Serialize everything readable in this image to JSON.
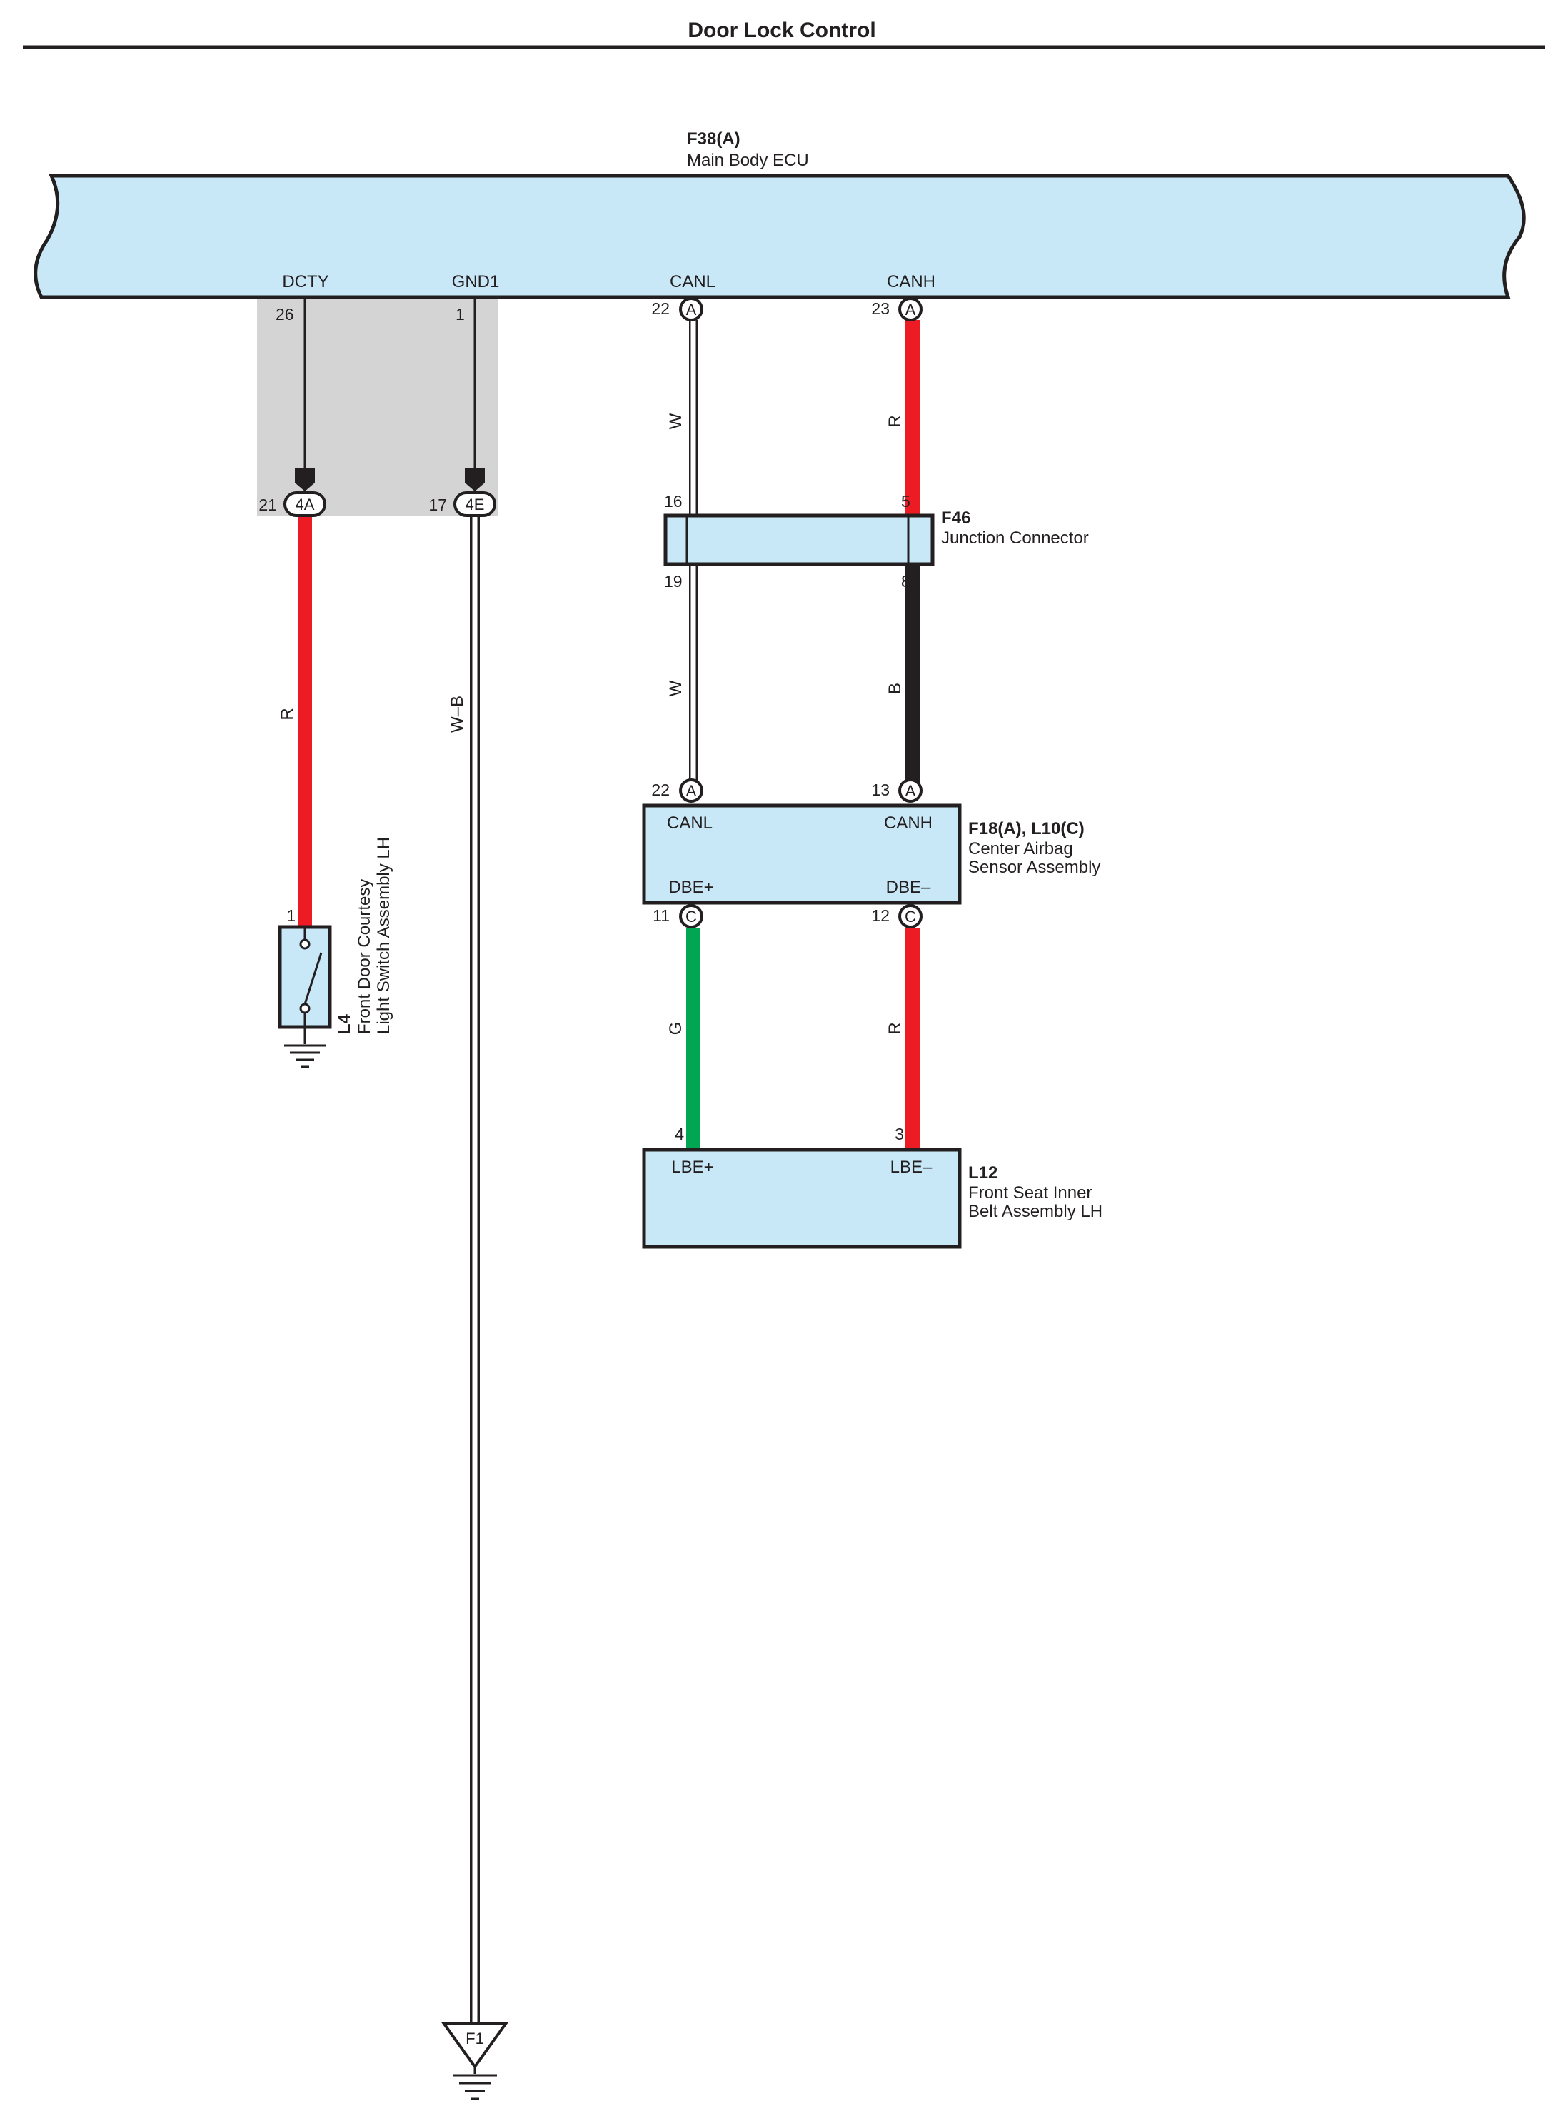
{
  "title": "Door Lock Control",
  "ecu": {
    "code": "F38(A)",
    "name": "Main Body ECU",
    "terminals": {
      "dcty": "DCTY",
      "dcty_pin": "26",
      "gnd1": "GND1",
      "gnd1_pin": "1",
      "canl": "CANL",
      "canl_pin": "22",
      "canl_conn": "A",
      "canh": "CANH",
      "canh_pin": "23",
      "canh_conn": "A"
    }
  },
  "inline_connectors": {
    "left": {
      "pin": "21",
      "label": "4A"
    },
    "right": {
      "pin": "17",
      "label": "4E"
    }
  },
  "junction": {
    "code": "F46",
    "name": "Junction Connector",
    "pins": {
      "top_left": "16",
      "top_right": "5",
      "bottom_left": "19",
      "bottom_right": "8"
    }
  },
  "airbag_sensor": {
    "code": "F18(A), L10(C)",
    "name_line1": "Center Airbag",
    "name_line2": "Sensor Assembly",
    "terminals": {
      "canl": "CANL",
      "canh": "CANH",
      "dbe_plus": "DBE+",
      "dbe_minus": "DBE–"
    },
    "pins": {
      "canl_pin": "22",
      "canl_conn": "A",
      "canh_pin": "13",
      "canh_conn": "A",
      "dbe_plus_pin": "11",
      "dbe_plus_conn": "C",
      "dbe_minus_pin": "12",
      "dbe_minus_conn": "C"
    }
  },
  "belt": {
    "code": "L12",
    "name_line1": "Front Seat Inner",
    "name_line2": "Belt Assembly LH",
    "terminals": {
      "lbe_plus": "LBE+",
      "lbe_minus": "LBE–"
    },
    "pins": {
      "lbe_plus_pin": "4",
      "lbe_minus_pin": "3"
    }
  },
  "switch": {
    "code": "L4",
    "name_line1": "Front Door Courtesy",
    "name_line2": "Light Switch Assembly LH",
    "pin": "1"
  },
  "ground_point": "F1",
  "wires": {
    "dcty": {
      "color_code": "R",
      "color": "#ed1c24"
    },
    "gnd": {
      "color_code": "W–B"
    },
    "canl_upper": {
      "color_code": "W"
    },
    "canh_upper": {
      "color_code": "R",
      "color": "#ed1c24"
    },
    "canl_lower": {
      "color_code": "W"
    },
    "canh_lower": {
      "color_code": "B",
      "color": "#231f20"
    },
    "dbe_plus": {
      "color_code": "G",
      "color": "#00a651"
    },
    "dbe_minus": {
      "color_code": "R",
      "color": "#ed1c24"
    }
  },
  "colors": {
    "component_fill": "#c9e8f7",
    "shield_fill": "#d4d4d4",
    "outline": "#231f20"
  }
}
